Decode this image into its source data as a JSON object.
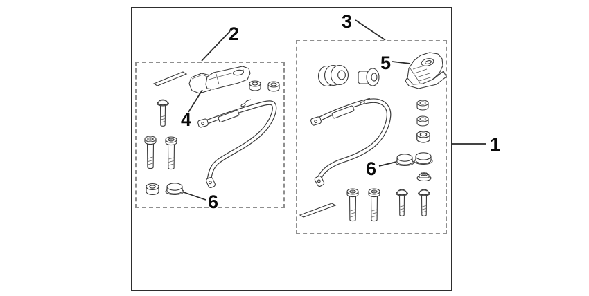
{
  "diagram": {
    "title": "parts-kit-exploded-diagram",
    "colors": {
      "background": "#ffffff",
      "line": "#3a3a3a",
      "dashed_box": "#8f8f8f",
      "label": "#0a0a0a"
    },
    "callouts": {
      "kit_full": {
        "label": "1"
      },
      "kit_left": {
        "label": "2"
      },
      "kit_right": {
        "label": "3"
      },
      "latch_left": {
        "label": "4"
      },
      "striker_right": {
        "label": "5"
      },
      "cap_left": {
        "label": "6"
      },
      "cap_right": {
        "label": "6"
      }
    },
    "groups": {
      "left_kit": {
        "parts": [
          "adhesive-strip",
          "latch-bracket",
          "mount-collar",
          "mount-collar",
          "flange-bolt",
          "socket-bolt",
          "socket-bolt",
          "spacer-collar",
          "rubber-cap",
          "stay-rail"
        ]
      },
      "right_kit": {
        "parts": [
          "grommet-roller",
          "flanged-bushing",
          "striker-bracket",
          "stay-rail",
          "mount-collar",
          "mount-collar",
          "mount-collar",
          "rubber-cap",
          "rubber-cap",
          "flange-nut",
          "socket-bolt",
          "socket-bolt",
          "flange-bolt",
          "flange-bolt",
          "adhesive-strip"
        ]
      }
    }
  }
}
